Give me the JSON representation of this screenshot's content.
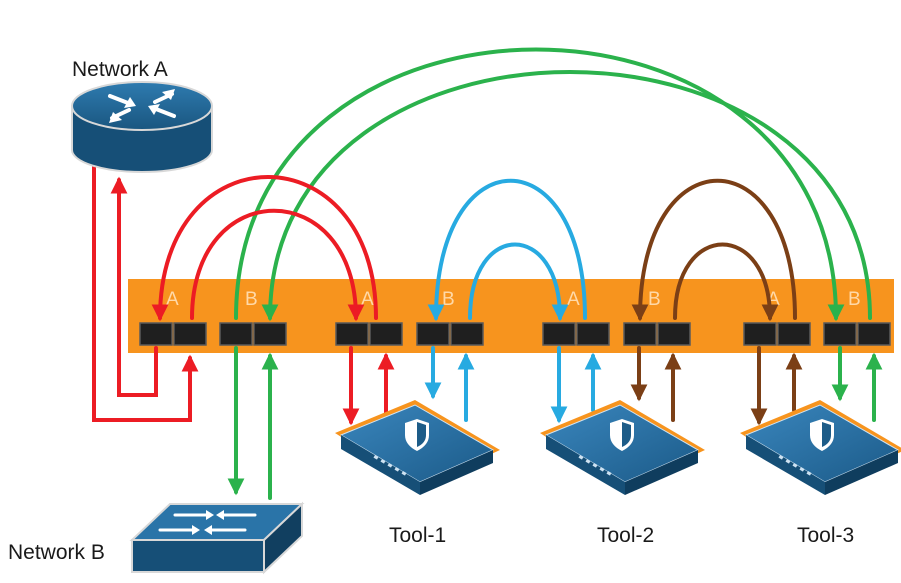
{
  "labels": {
    "network_a": "Network A",
    "network_b": "Network B",
    "tool_1": "Tool-1",
    "tool_2": "Tool-2",
    "tool_3": "Tool-3"
  },
  "port_letters": {
    "pair_1": "A",
    "pair_2": "B",
    "pair_3": "A",
    "pair_4": "B",
    "pair_5": "A",
    "pair_6": "B",
    "pair_7": "A",
    "pair_8": "B"
  },
  "colors": {
    "bar": "#f7941e",
    "port": "#1f1f1f",
    "network_a_link": "#ec1c24",
    "network_b_link": "#2bb24c",
    "tool_1_link": "#ec1c24",
    "tool_2_link": "#27aae1",
    "tool_3_link": "#7b3f16",
    "device_blue": "#1d5c88",
    "device_outline": "#f7941e"
  },
  "icons": {
    "network_a": "router-icon",
    "network_b": "switch-icon",
    "tools": "security-appliance-icon"
  }
}
